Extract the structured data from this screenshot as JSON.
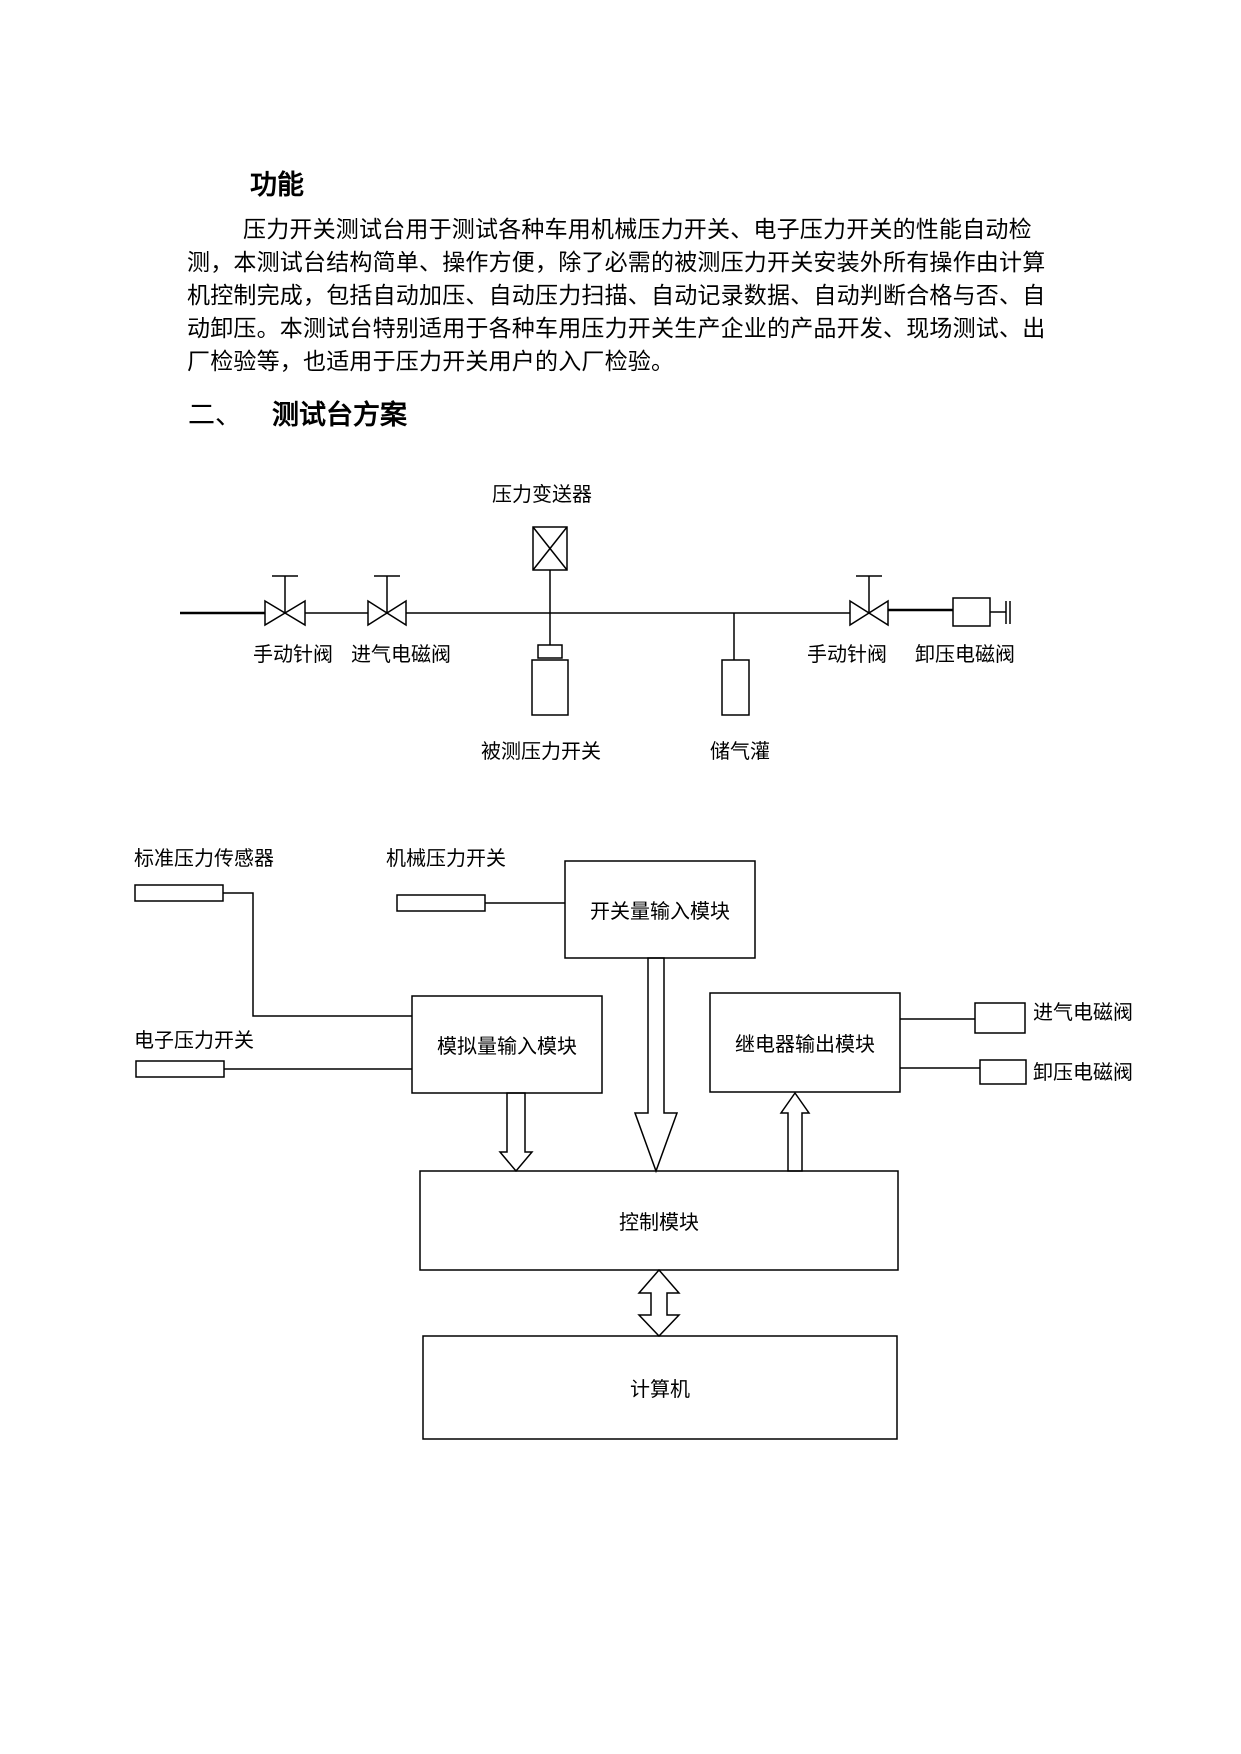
{
  "section1": {
    "heading": "功能"
  },
  "intro_paragraph": "压力开关测试台用于测试各种车用机械压力开关、电子压力开关的性能自动检测，本测试台结构简单、操作方便，除了必需的被测压力开关安装外所有操作由计算机控制完成，包括自动加压、自动压力扫描、自动记录数据、自动判断合格与否、自动卸压。本测试台特别适用于各种车用压力开关生产企业的产品开发、现场测试、出厂检验等，也适用于压力开关用户的入厂检验。",
  "section2": {
    "number": "二、",
    "heading": "测试台方案"
  },
  "pneumatic_diagram": {
    "pressure_transmitter": "压力变送器",
    "manual_needle_valve_left": "手动针阀",
    "inlet_solenoid_valve": "进气电磁阀",
    "tested_pressure_switch": "被测压力开关",
    "gas_tank": "储气灌",
    "manual_needle_valve_right": "手动针阀",
    "release_solenoid_valve": "卸压电磁阀"
  },
  "block_diagram": {
    "standard_pressure_sensor": "标准压力传感器",
    "mechanical_pressure_switch": "机械压力开关",
    "electronic_pressure_switch": "电子压力开关",
    "digital_input_module": "开关量输入模块",
    "analog_input_module": "模拟量输入模块",
    "relay_output_module": "继电器输出模块",
    "out_inlet_solenoid_valve": "进气电磁阀",
    "out_release_solenoid_valve": "卸压电磁阀",
    "control_module": "控制模块",
    "computer": "计算机"
  }
}
